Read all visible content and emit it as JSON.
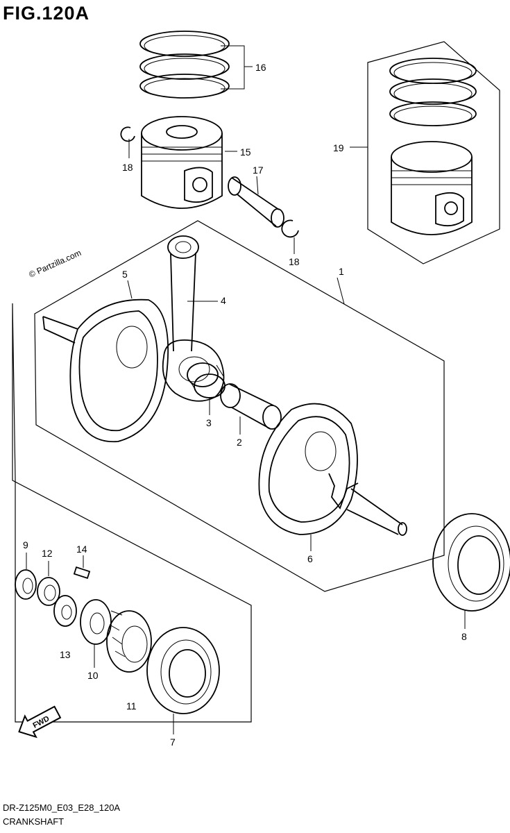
{
  "figure_title": "FIG.120A",
  "watermark": "© Partzilla.com",
  "diagram_code": "DR-Z125M0_E03_E28_120A",
  "section_name": "CRANKSHAFT",
  "fwd_label": "FWD",
  "callouts": {
    "c1": "1",
    "c2": "2",
    "c3": "3",
    "c4": "4",
    "c5": "5",
    "c6": "6",
    "c7": "7",
    "c8": "8",
    "c9": "9",
    "c10": "10",
    "c11": "11",
    "c12": "12",
    "c13": "13",
    "c14": "14",
    "c15": "15",
    "c16": "16",
    "c17": "17",
    "c18a": "18",
    "c18b": "18",
    "c19": "19"
  }
}
